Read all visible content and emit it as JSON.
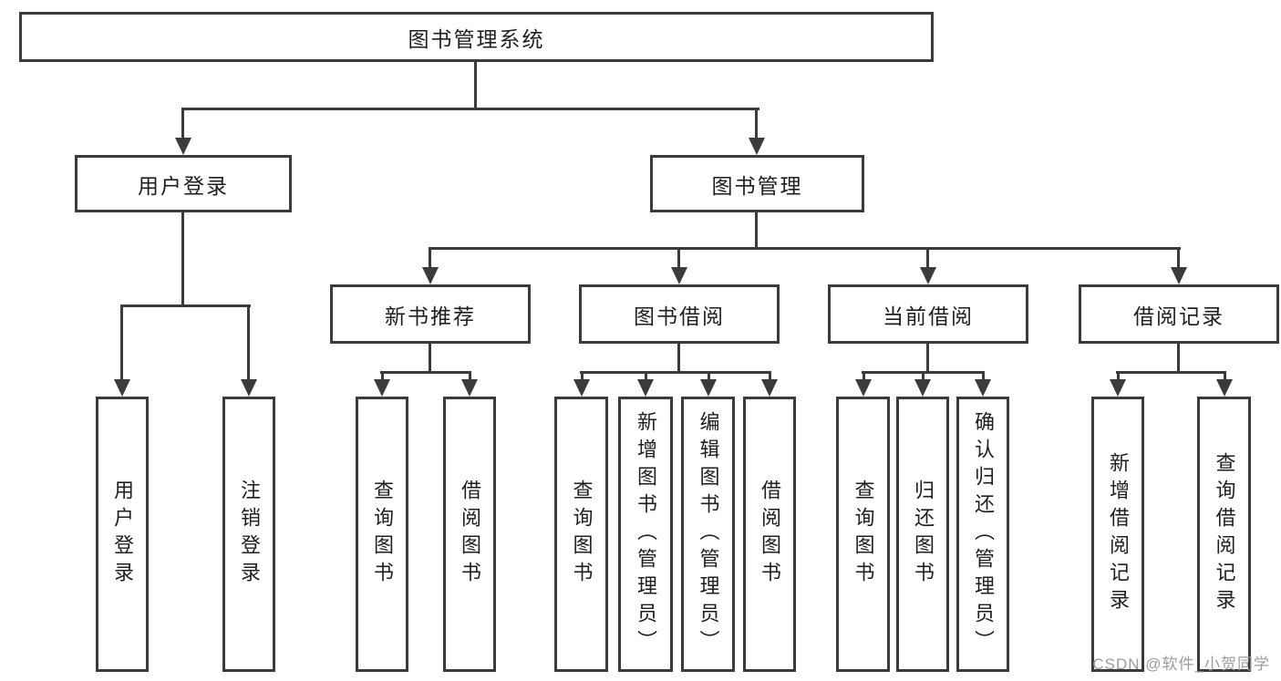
{
  "tree": {
    "root": {
      "label": "图书管理系统",
      "children": [
        {
          "label": "用户登录",
          "children": [
            {
              "label": "用户登录"
            },
            {
              "label": "注销登录"
            }
          ]
        },
        {
          "label": "图书管理",
          "children": [
            {
              "label": "新书推荐",
              "children": [
                {
                  "label": "查询图书"
                },
                {
                  "label": "借阅图书"
                }
              ]
            },
            {
              "label": "图书借阅",
              "children": [
                {
                  "label": "查询图书"
                },
                {
                  "label": "新增图书（管理员）"
                },
                {
                  "label": "编辑图书（管理员）"
                },
                {
                  "label": "借阅图书"
                }
              ]
            },
            {
              "label": "当前借阅",
              "children": [
                {
                  "label": "查询图书"
                },
                {
                  "label": "归还图书"
                },
                {
                  "label": "确认归还（管理员）"
                }
              ]
            },
            {
              "label": "借阅记录",
              "children": [
                {
                  "label": "新增借阅记录"
                },
                {
                  "label": "查询借阅记录"
                }
              ]
            }
          ]
        }
      ]
    }
  },
  "watermark": {
    "text": "CSDN @软件_小贺同学"
  },
  "colors": {
    "line": "#3b3b3b",
    "text": "#1e1e1e",
    "watermark": "#9c9c9c",
    "background": "#ffffff"
  }
}
